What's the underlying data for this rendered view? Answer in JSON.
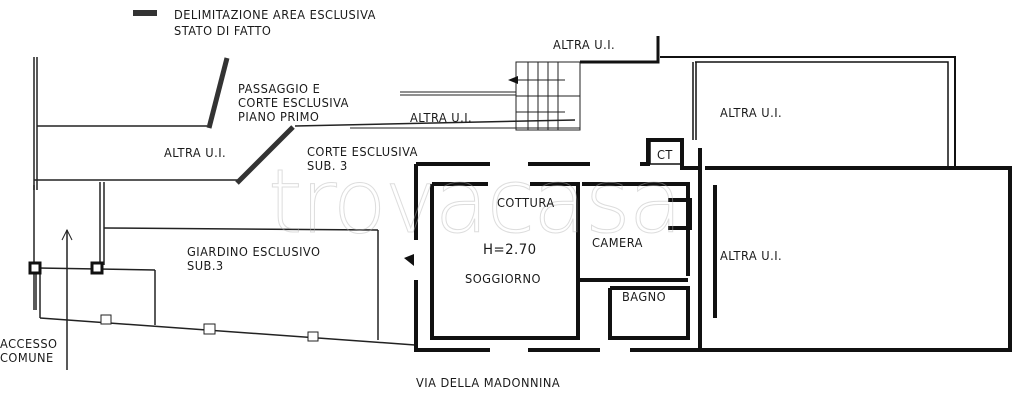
{
  "legend": {
    "line1": "DELIMITAZIONE AREA ESCLUSIVA",
    "line2": "STATO DI FATTO",
    "swatch_color": "#333333"
  },
  "labels": {
    "altra_ui_top": "ALTRA U.I.",
    "altra_ui_mid": "ALTRA U.I.",
    "altra_ui_left": "ALTRA U.I.",
    "altra_ui_right_top": "ALTRA U.I.",
    "altra_ui_right_bottom": "ALTRA U.I.",
    "passaggio": "PASSAGGIO E\nCORTE ESCLUSIVA\nPIANO PRIMO",
    "corte": "CORTE ESCLUSIVA\nSUB. 3",
    "giardino": "GIARDINO ESCLUSIVO\nSUB.3",
    "accesso": "ACCESSO\nCOMUNE",
    "cottura": "COTTURA",
    "height": "H=2.70",
    "soggiorno": "SOGGIORNO",
    "camera": "CAMERA",
    "bagno": "BAGNO",
    "ct": "CT",
    "street": "VIA DELLA MADONNINA"
  },
  "watermark": "trovacasa",
  "colors": {
    "wall": "#111111",
    "line": "#222222",
    "background": "#ffffff"
  }
}
